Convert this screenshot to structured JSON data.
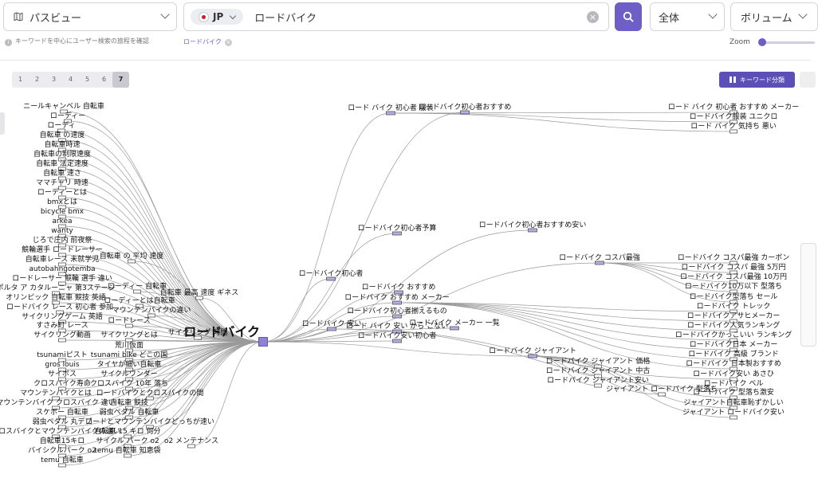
{
  "header": {
    "path_select": {
      "icon": "map-icon",
      "label": "パスビュー"
    },
    "search": {
      "country": "JP",
      "query": "ロードバイク"
    },
    "scope_select": "全体",
    "metric_select": "ボリューム",
    "hint": "キーワードを中心にユーザー検索の旅程を確認",
    "active_keyword": "ロードバイク",
    "zoom_label": "Zoom",
    "accent": "#6d5fc7"
  },
  "toolbar": {
    "levels": [
      "1",
      "2",
      "3",
      "4",
      "5",
      "6",
      "7"
    ],
    "active_level": "7",
    "keyword_button": "キーワード分類"
  },
  "graph": {
    "root": "ロードバイク",
    "nodes": [
      "ニールキャンベル 自転車",
      "ローディー",
      "ローディ",
      "自転車 の速度",
      "自転車時速",
      "自転車の制限速度",
      "自転車 法定速度",
      "自転車 速さ",
      "ママチャリ 時速",
      "ローディーとは",
      "bmxとは",
      "bicycle bmx",
      "arkea",
      "wanty",
      "じろで庄内 前夜祭",
      "競輪選手 ロードレーサー",
      "自転車レース 未就学児",
      "自転車 の 平均 速度",
      "autobahngotemba",
      "ロードレーサー 競輪 選手 違い",
      "ポルタ ア カタルーニャ 第3ステージ",
      "ローディー 自転車",
      "オリンピック 自転車 競技 英語",
      "ローディーとは自転車",
      "自転車 最高 速度 ギネス",
      "ロードバイク レース 初心者 参加",
      "マウンテンバイクの違い",
      "サイクリングゲーム 英語",
      "ロードレース",
      "すさみ町 レース",
      "サイクリングとは",
      "サイクリング動画",
      "サイクリング 時間",
      "荒川仮面",
      "tsunamiピスト",
      "tsunami bike どこの国",
      "gros louis",
      "タイヤが細い自転車",
      "サイボス",
      "サイクルワンダー",
      "クロスバイク寿命",
      "クロスバイク 10年 落ち",
      "マウンテンバイクとは",
      "ロードバイクとクロスバイクの間",
      "マウンテンバイク クロスバイク 違い",
      "自転車 競技",
      "スケボー 自転車",
      "弱虫ペダル 自転車",
      "弱虫ペダル 丸デブ",
      "ロードとマウンテンバイクどっちが速い",
      "クロスバイクとマウンテンバイクの違い",
      "自転車 15 キロ 何分",
      "自転車15キロ",
      "サイクル パーク o2",
      "o2 メンテナンス",
      "バイシクルパーク o2",
      "temu 自転車 知恵袋",
      "temu 自転車",
      "ロード バイク 初心者 服装",
      "ロードバイク初心者おすすめ",
      "ロードバイク初心者予算",
      "ロードバイク初心者おすすめ安い",
      "ロードバイク初心者",
      "ロードバイク おすすめ",
      "ロードバイク おすすめ メーカー",
      "ロードバイク 安い",
      "ロードバイク初心者揃えるもの",
      "ロード バイク 安い から こない",
      "ロードバイク メーカー 一覧",
      "ロードバイク安い初心者",
      "ロードバイク コスパ最強",
      "ロードバイク ジャイアント",
      "ロード バイク 初心者 おすすめ メーカー",
      "ロードバイク服装 ユニクロ",
      "ロード バイク 気持ち 悪い",
      "ロードバイク コスパ最強 カーボン",
      "ロードバイク コスパ 最強 5万円",
      "ロードバイク コスパ最強 10万円",
      "ロードバイク10万以下 型落ち",
      "ロードバイク型落ち セール",
      "ロードバイク トレック",
      "ロードバイクアサヒメーカー",
      "ロードバイク人気ランキング",
      "ロードバイクかっこいい ランキング",
      "ロードバイク日本 メーカー",
      "ロードバイク 高級 ブランド",
      "ロードバイク 日本製おすすめ",
      "ロードバイク安い あさひ",
      "ロードバイク ベル",
      "ロードバイク ジャイアント 価格",
      "ロードバイク ジャイアント 中古",
      "ロードバイク ジャイアント安い",
      "ジャイアント ロードバイク 型落ち",
      "ロードバイク 型落ち激安",
      "ジャイアント自転車恥ずかしい",
      "ジャイアント ロードバイク安い"
    ]
  }
}
